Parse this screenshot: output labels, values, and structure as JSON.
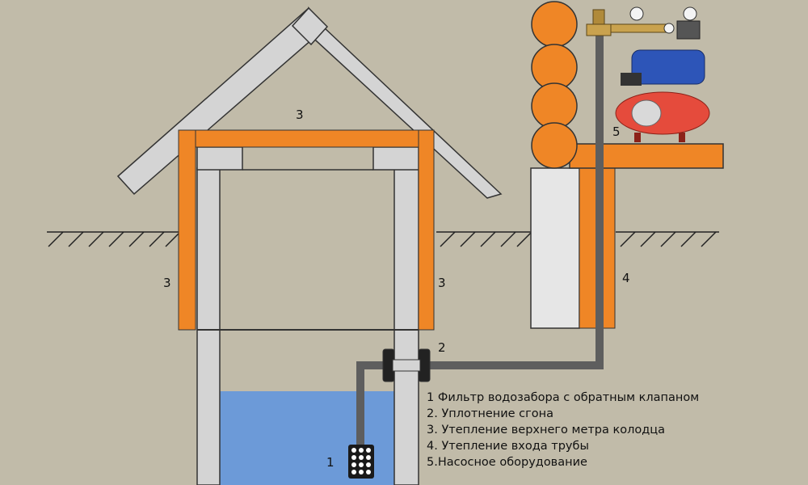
{
  "labels": {
    "roof": "3",
    "left_insulation": "3",
    "right_insulation": "3",
    "pipe_insulation": "4",
    "pump": "5",
    "seal": "2",
    "filter": "1"
  },
  "legend": [
    "1 Фильтр водозабора с обратным клапаном",
    "2. Уплотнение сгона",
    "3. Утепление верхнего метра колодца",
    "4. Утепление входа трубы",
    "5.Насосное оборудование"
  ],
  "colors": {
    "background": "#c1bba9",
    "concrete": "#d4d4d4",
    "insulation": "#ef8626",
    "water": "#6c9ad8",
    "pipe": "#5e5e5e",
    "outline": "#333333"
  }
}
